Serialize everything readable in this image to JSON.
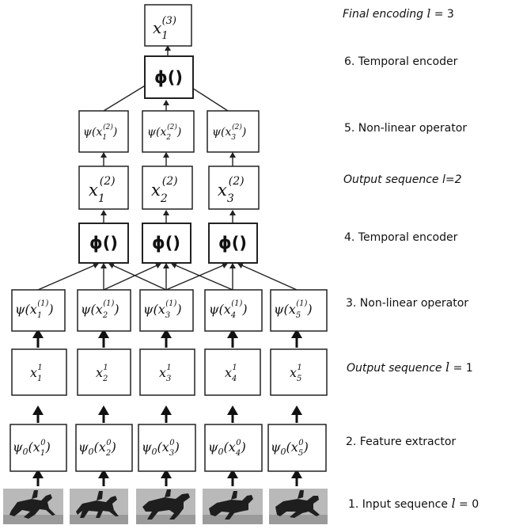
{
  "rows": {
    "level3": {
      "x": [
        "x"
      ],
      "sub": [
        "1"
      ],
      "sup": [
        "(3)"
      ]
    },
    "encoder_top": {
      "label": "ϕ()"
    },
    "psi2": {
      "psi": [
        "ψ(x",
        "ψ(x",
        "ψ(x"
      ],
      "sub": [
        "1",
        "2",
        "3"
      ],
      "sup": [
        "(2)",
        "(2)",
        "(2)"
      ],
      "close": [
        ")",
        ")",
        ")"
      ]
    },
    "level2": {
      "x": [
        "x",
        "x",
        "x"
      ],
      "sub": [
        "1",
        "2",
        "3"
      ],
      "sup": [
        "(2)",
        "(2)",
        "(2)"
      ]
    },
    "encoder_mid": {
      "labels": [
        "ϕ()",
        "ϕ()",
        "ϕ()"
      ]
    },
    "psi1": {
      "psi": [
        "ψ(x",
        "ψ(x",
        "ψ(x",
        "ψ(x",
        "ψ(x"
      ],
      "sub": [
        "1",
        "2",
        "3",
        "4",
        "5"
      ],
      "sup": [
        "(1)",
        "(1)",
        "(1)",
        "(1)",
        "(1)"
      ],
      "close": [
        ")",
        ")",
        ")",
        ")",
        ")"
      ]
    },
    "level1": {
      "x": [
        "x",
        "x",
        "x",
        "x",
        "x"
      ],
      "sub": [
        "1",
        "2",
        "3",
        "4",
        "5"
      ],
      "sup": [
        "1",
        "1",
        "1",
        "1",
        "1"
      ]
    },
    "features": {
      "psi": [
        "ψ",
        "ψ",
        "ψ",
        "ψ",
        "ψ"
      ],
      "psi_sub": [
        "0",
        "0",
        "0",
        "0",
        "0"
      ],
      "x": [
        "(x",
        "(x",
        "(x",
        "(x",
        "(x"
      ],
      "sub": [
        "1",
        "2",
        "3",
        "4",
        "5"
      ],
      "sup": [
        "0",
        "0",
        "0",
        "0",
        "0"
      ],
      "close": [
        ")",
        ")",
        ")",
        ")",
        ")"
      ]
    },
    "input_frames": {
      "count": 5
    }
  },
  "labels": {
    "final_encoding": "Final encoding",
    "final_encoding_var": "l",
    "final_encoding_eq": "= 3",
    "temporal_encoder_6": "6. Temporal encoder",
    "nonlinear_5": "5. Non-linear operator",
    "output_seq_2": "Output sequence l=2",
    "temporal_encoder_4": "4. Temporal encoder",
    "nonlinear_3": "3. Non-linear operator",
    "output_seq_1": "Output sequence",
    "output_seq_1_var": "l",
    "output_seq_1_eq": "= 1",
    "feature_extractor": "2. Feature extractor",
    "input_seq": "1. Input sequence",
    "input_seq_var": "l",
    "input_seq_eq": "= 0"
  }
}
